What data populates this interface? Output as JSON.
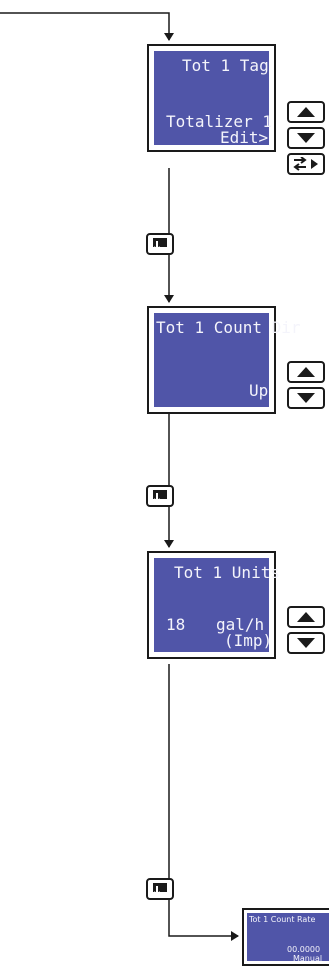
{
  "screens": [
    {
      "title": "Tot 1 Tag",
      "value": "Totalizer 1",
      "action": "Edit>"
    },
    {
      "title": "Tot 1 Count Dir",
      "value": "Up"
    },
    {
      "title": "Tot 1 Units",
      "value_left": "18",
      "value_right": "gal/h",
      "value_right_2": "(Imp)"
    }
  ],
  "next_screen": {
    "title": "Tot 1 Count Rate",
    "value": "00.0000",
    "mode": "Manual"
  },
  "icons": {
    "up_key": "triangle-up-icon",
    "down_key": "triangle-down-icon",
    "edit_key": "edit-arrows-icon",
    "enter_key": "enter-icon"
  },
  "colors": {
    "screen_background": "#5055a8",
    "screen_text": "#f4f4fb",
    "lines": "#1a1a1a"
  }
}
